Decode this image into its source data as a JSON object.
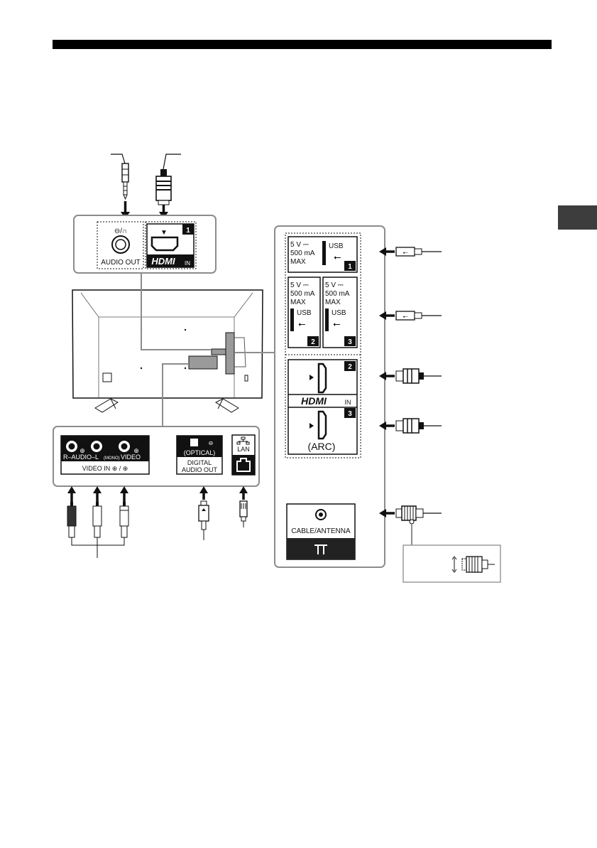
{
  "ports": {
    "audio_out": {
      "icon_text": "⊖/∩",
      "label": "AUDIO OUT"
    },
    "hdmi_in_1": {
      "arrow": "▼",
      "number": "1",
      "logo": "HDMI",
      "suffix": "IN"
    },
    "usb_1": {
      "rating_line1": "5 V ⎓",
      "rating_line2": "500 mA",
      "rating_line3": "MAX",
      "usb_label": "USB",
      "number": "1"
    },
    "usb_2": {
      "rating_line1": "5 V ⎓",
      "rating_line2": "500 mA",
      "rating_line3": "MAX",
      "usb_label": "USB",
      "number": "2"
    },
    "usb_3": {
      "rating_line1": "5 V ⎓",
      "rating_line2": "500 mA",
      "rating_line3": "MAX",
      "usb_label": "USB",
      "number": "3"
    },
    "hdmi_in_2": {
      "number": "2",
      "logo": "HDMI",
      "suffix": "IN"
    },
    "hdmi_in_3": {
      "number": "3",
      "label": "(ARC)"
    },
    "av_in": {
      "audio_label": "R–AUDIO–L",
      "mono_label": "(MONO)",
      "video_label": "VIDEO",
      "group_label": "VIDEO IN ⊕ / ⊕"
    },
    "digital_audio_out": {
      "optical_label": "(OPTICAL)",
      "line1": "DIGITAL",
      "line2": "AUDIO OUT"
    },
    "lan": {
      "label": "LAN"
    },
    "antenna": {
      "label": "CABLE/ANTENNA"
    }
  },
  "colors": {
    "panel_border": "#8c8c8c",
    "highlight_fill": "#9a9a9a",
    "dark_band": "#222222",
    "side_tab": "#3d3d3d"
  },
  "icons": [
    "headphone-jack-icon",
    "hdmi-plug-icon",
    "usb-plug-icon",
    "rca-plug-icon",
    "optical-plug-icon",
    "lan-plug-icon",
    "coax-plug-icon",
    "usb-symbol-icon",
    "network-icon"
  ]
}
